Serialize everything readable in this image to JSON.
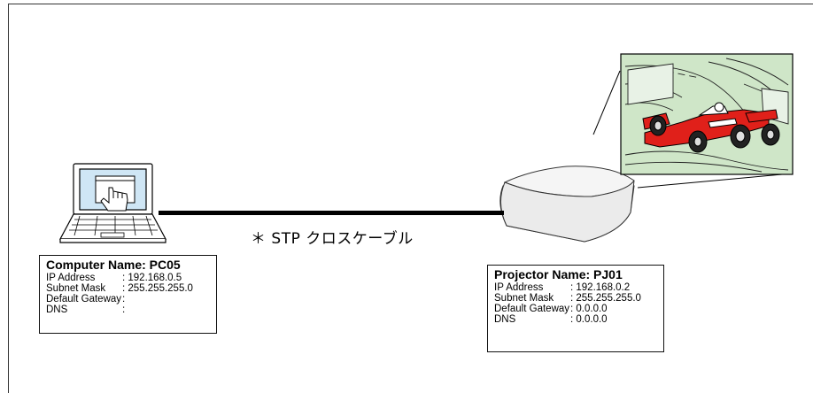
{
  "cable": {
    "label": "＊ STP クロスケーブル"
  },
  "computer": {
    "name_label": "Computer Name: PC05",
    "rows": [
      {
        "key": "IP Address",
        "value": ": 192.168.0.5"
      },
      {
        "key": "Subnet Mask",
        "value": ": 255.255.255.0"
      },
      {
        "key": "Default Gateway",
        "value": ":"
      },
      {
        "key": "DNS",
        "value": ":"
      }
    ]
  },
  "projector": {
    "name_label": "Projector Name: PJ01",
    "rows": [
      {
        "key": "IP Address",
        "value": ": 192.168.0.2"
      },
      {
        "key": "Subnet Mask",
        "value": ": 255.255.255.0"
      },
      {
        "key": "Default Gateway",
        "value": ": 0.0.0.0"
      },
      {
        "key": "DNS",
        "value": ": 0.0.0.0"
      }
    ]
  },
  "colors": {
    "screen_blue": "#cfe6f5",
    "projection_green": "#cfe6c8",
    "car_red": "#e0201a",
    "projector_gray": "#eaeaea"
  },
  "icons": [
    "laptop-icon",
    "hand-cursor-icon",
    "projector-icon",
    "projected-image-icon"
  ]
}
